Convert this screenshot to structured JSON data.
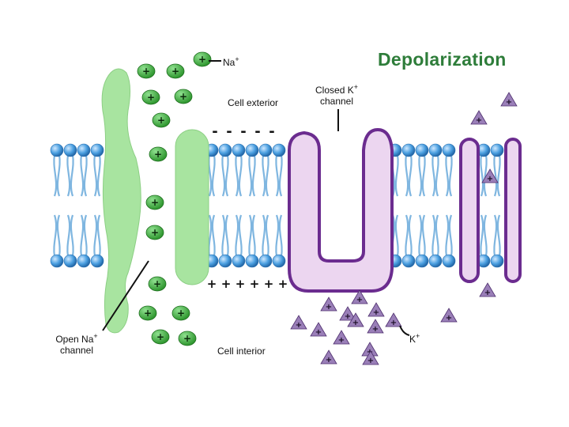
{
  "title": "Depolarization",
  "labels": {
    "na_ion": "Na",
    "na_ion_sup": "+",
    "cell_exterior": "Cell exterior",
    "closed_k_line1": "Closed K",
    "closed_k_sup": "+",
    "closed_k_line2": "channel",
    "open_na_line1": "Open Na",
    "open_na_sup": "+",
    "open_na_line2": "channel",
    "cell_interior": "Cell interior",
    "k_ion": "K",
    "k_ion_sup": "+"
  },
  "charges": {
    "exterior_symbol": "-",
    "interior_symbol": "+",
    "ion_symbol": "+"
  },
  "colors": {
    "title": "#2e7d3a",
    "na_channel": "#a8e4a0",
    "na_channel_edge": "#8ccf84",
    "na_ion": "#3aa83a",
    "k_channel_fill": "#ecd6f0",
    "k_channel_edge": "#6b2c8f",
    "k_ion": "#9a7fb8",
    "lipid_head": "#4a9fe0",
    "lipid_tail": "#7fb6e0"
  }
}
